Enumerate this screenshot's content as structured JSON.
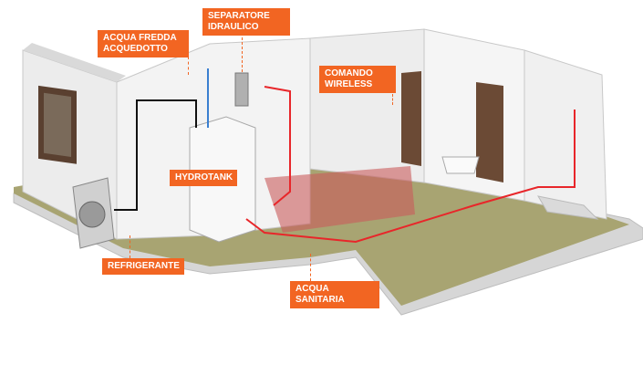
{
  "labels": {
    "acqua_fredda": "ACQUA FREDDA\nACQUEDOTTO",
    "separatore": "SEPARATORE\nIDRAULICO",
    "comando": "COMANDO\nWIRELESS",
    "hydrotank": "HYDROTANK",
    "refrigerante": "REFRIGERANTE",
    "acqua_sanitaria": "ACQUA\nSANITARIA"
  },
  "colors": {
    "callout": "#f26522",
    "pipe_hot": "#e8262a",
    "pipe_cold": "#3a7fd0",
    "pipe_refrigerant": "#111111",
    "floor": "#a8a472",
    "wall": "#f1f1f1",
    "wall_edge": "#c8c8c8"
  }
}
